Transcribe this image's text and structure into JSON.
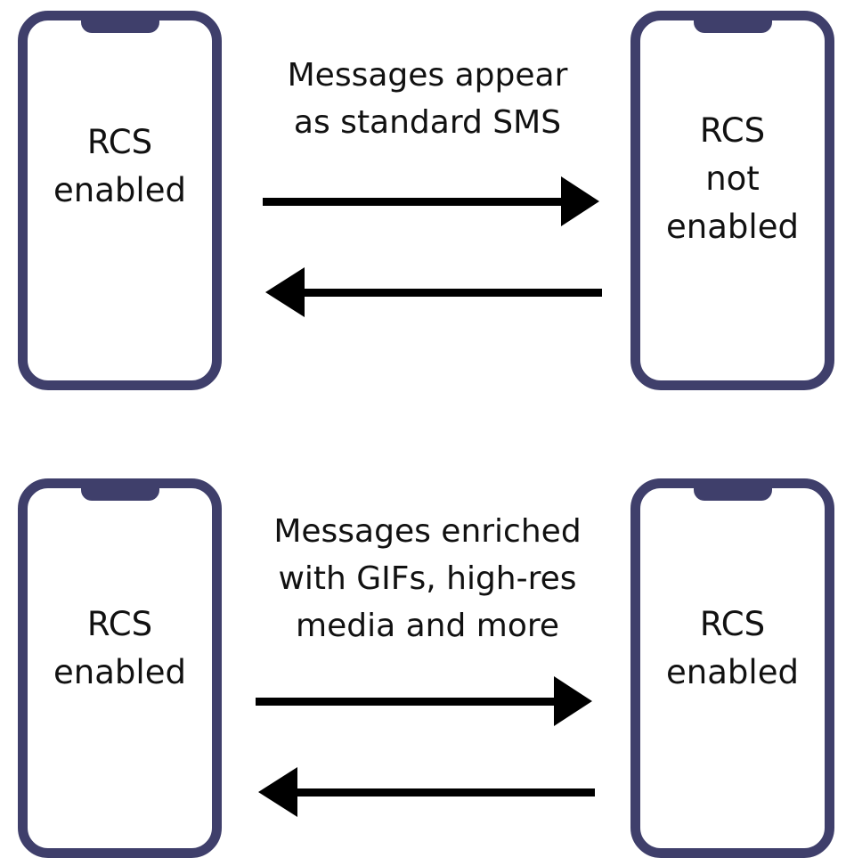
{
  "colors": {
    "phone_frame": "#3f3f6b",
    "arrow": "#000000",
    "text": "#111111",
    "background": "#ffffff"
  },
  "top": {
    "left_phone": {
      "label_lines": [
        "RCS",
        "enabled"
      ]
    },
    "right_phone": {
      "label_lines": [
        "RCS",
        "not",
        "enabled"
      ]
    },
    "caption_lines": [
      "Messages appear",
      "as standard SMS"
    ]
  },
  "bottom": {
    "left_phone": {
      "label_lines": [
        "RCS",
        "enabled"
      ]
    },
    "right_phone": {
      "label_lines": [
        "RCS",
        "enabled"
      ]
    },
    "caption_lines": [
      "Messages enriched",
      "with GIFs, high-res",
      "media and more"
    ]
  }
}
